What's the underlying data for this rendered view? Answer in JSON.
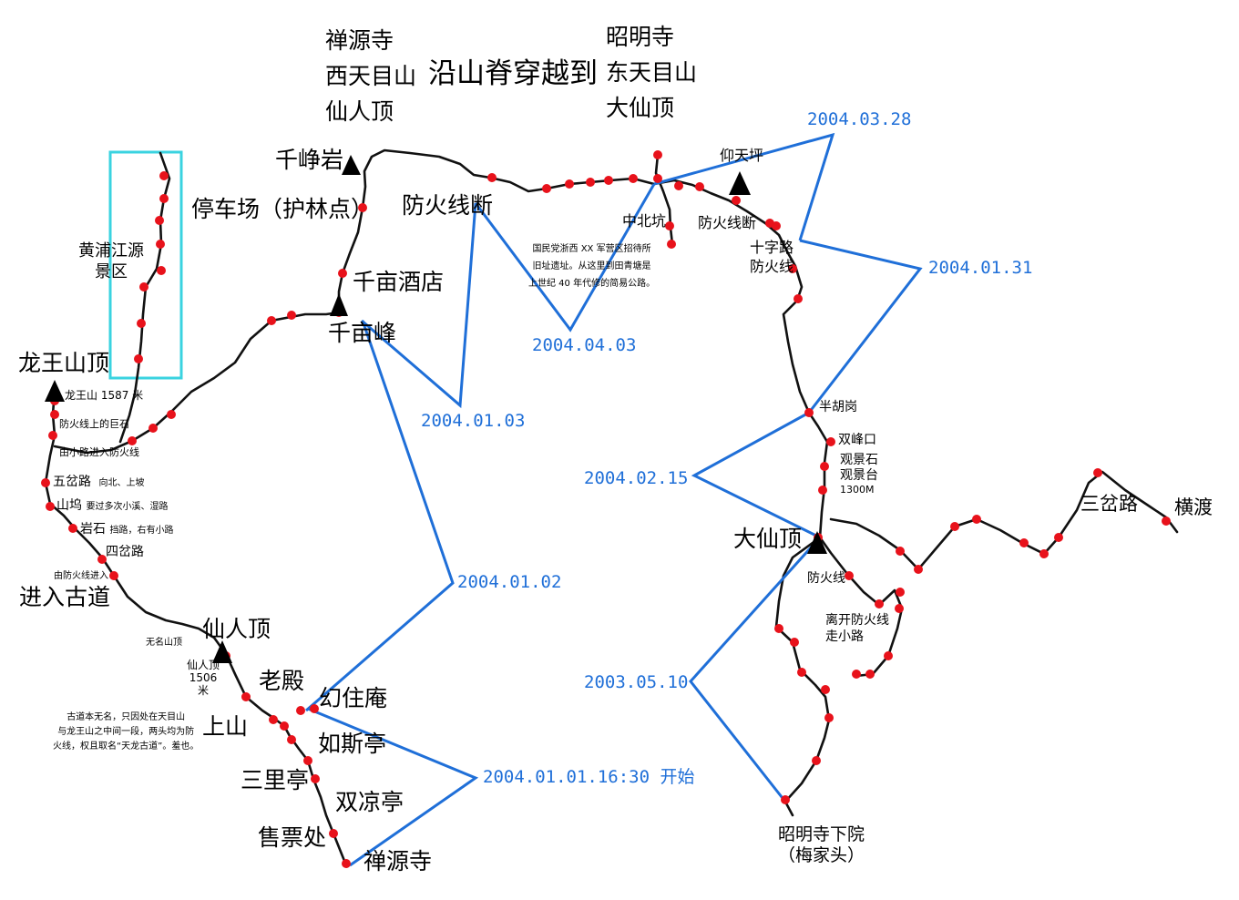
{
  "map": {
    "headline": "沿山脊穿越到",
    "west_peak": [
      "禅源寺",
      "西天目山",
      "仙人顶"
    ],
    "east_peak": [
      "昭明寺",
      "东天目山",
      "大仙顶"
    ],
    "area": [
      "黄浦江源",
      "景区"
    ],
    "places": {
      "qianzhengyan": "千峥岩",
      "parking": "停车场（护林点）",
      "fanghuo_duan": "防火线断",
      "qianmu_hotel": "千亩酒店",
      "qianmu_peak": "千亩峰",
      "longwang_top": "龙王山顶",
      "longwang_alt": "龙王山 1587 米",
      "boulder": "防火线上的巨石",
      "join_firebreak": "由小路进入防火线",
      "wuchalu": "五岔路",
      "wuchalu_note": "向北、上坡",
      "shanwu": "山坞",
      "shanwu_note": "要过多次小溪、湿路",
      "yanshi": "岩石",
      "yanshi_note": "挡路，右有小路",
      "sichalu": "四岔路",
      "enter_note": "由防火线进入",
      "enter_old_road": "进入古道",
      "unnamed_top": "无名山顶",
      "xianren_top": "仙人顶",
      "xianren_alt": "仙人顶 1506 米",
      "laodian": "老殿",
      "shangshan": "上山",
      "yuezhuan": "幻住庵",
      "rusi": "如斯亭",
      "sanli": "三里亭",
      "shuangliang": "双凉亭",
      "ticket": "售票处",
      "chanyuan": "禅源寺",
      "yangtianping": "仰天坪",
      "fanghuo_duan2": "防火线断",
      "zhongbeikeng": "中北坑",
      "shizilu": "十字路",
      "fanghuoxian_a": "防火线",
      "banhugang": "半胡岗",
      "shuangfengkou": "双峰口",
      "guanjingshi": "观景石",
      "guanjingtai": "观景台",
      "alt_1300": "1300M",
      "daxian_top": "大仙顶",
      "fanghuoxian_b": "防火线",
      "leave_a": "离开防火线",
      "leave_b": "走小路",
      "sanchalu": "三岔路",
      "hengdu": "横渡",
      "zhaoming_lower": "昭明寺下院",
      "meijiatou": "（梅家头）"
    },
    "note_gov": [
      "国民党浙西 XX 军营区招待所",
      "旧址遗址。从这里到田青塘是",
      "上世纪 40 年代修的简易公路。"
    ],
    "note_old_road": [
      "古道本无名，只因处在天目山",
      "与龙王山之中间一段，两头均为防",
      "火线，权且取名“天龙古道”。羞也。"
    ],
    "dates": {
      "start": "2004.01.01.16:30 开始",
      "d0102": "2004.01.02",
      "d0103": "2004.01.03",
      "d0403": "2004.04.03",
      "d0328": "2004.03.28",
      "d0131": "2004.01.31",
      "d0215": "2004.02.15",
      "d0510": "2003.05.10"
    },
    "colors": {
      "trail": "#111111",
      "point": "#e8121b",
      "callout": "#1f6fd8",
      "area_box": "#3ad3e0"
    },
    "icons": [
      "peak-triangle-icon",
      "waypoint-dot-icon"
    ]
  }
}
